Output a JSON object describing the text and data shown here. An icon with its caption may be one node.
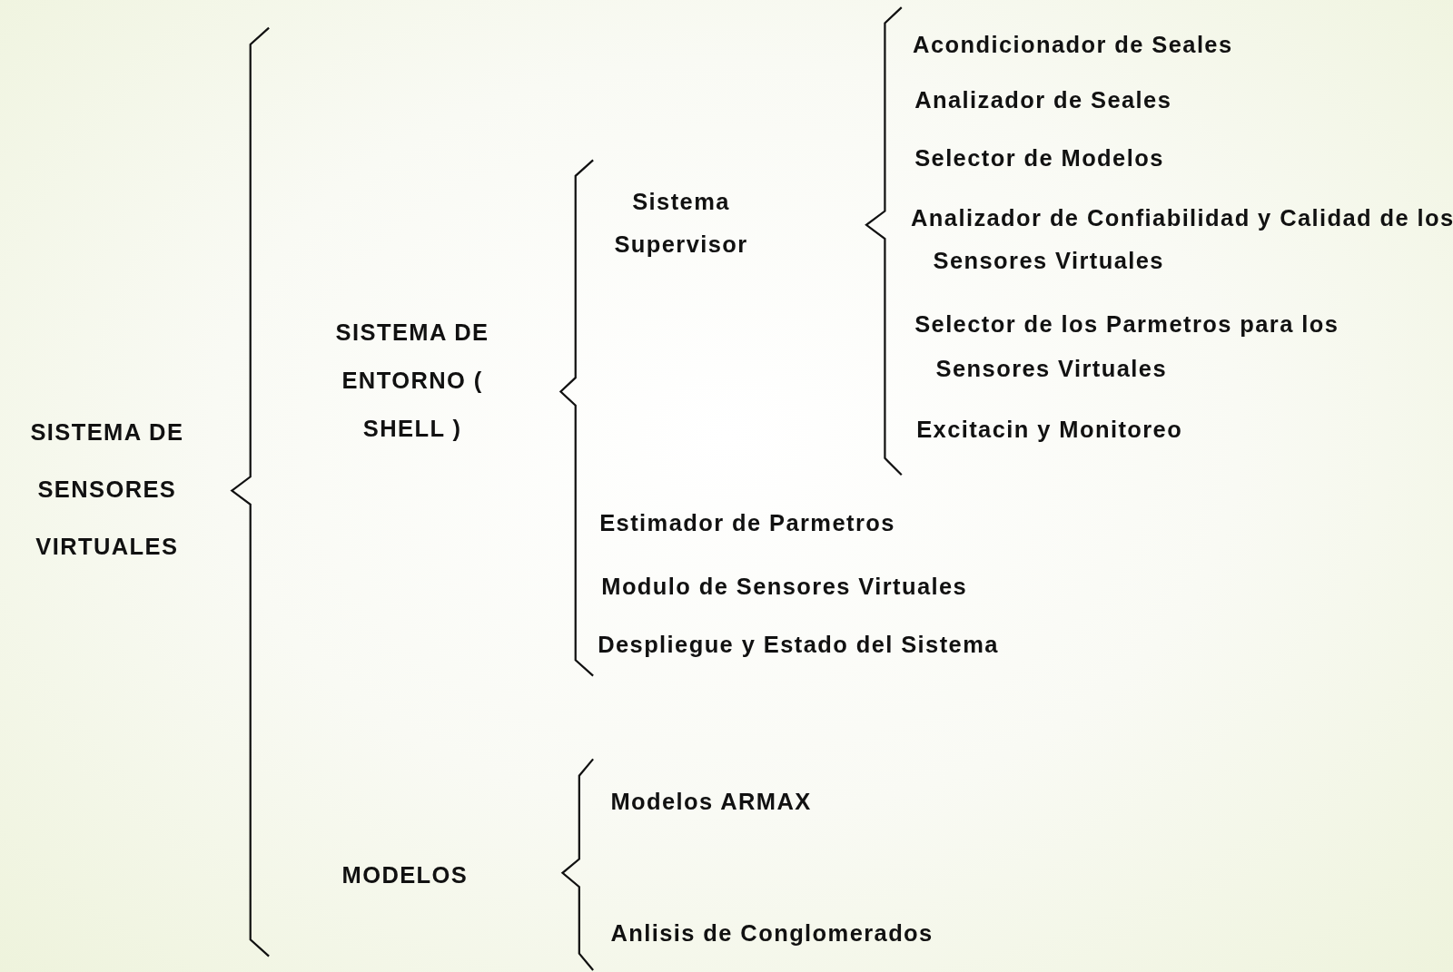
{
  "diagram": {
    "nodes": [
      {
        "text": [
          "SISTEMA DE SENSORES VIRTUALES"
        ]
      },
      {
        "text": [
          "SISTEMA DE ENTORNO ( SHELL )"
        ]
      },
      {
        "text": [
          "Sistema Supervisor"
        ]
      },
      {
        "text": [
          "Acondicionador de Seales"
        ]
      },
      {
        "text": [
          "Analizador de Seales"
        ]
      },
      {
        "text": [
          "Selector de Modelos"
        ]
      },
      {
        "text": [
          "Analizador de Confiabilidad y Calidad de los Sensores Virtuales"
        ]
      },
      {
        "text": [
          "Selector de los Parmetros para los Sensores Virtuales"
        ]
      },
      {
        "text": [
          "Excitacin y Monitoreo"
        ]
      },
      {
        "text": [
          "Estimador de Parmetros"
        ]
      },
      {
        "text": [
          "Modulo de Sensores Virtuales"
        ]
      },
      {
        "text": [
          "Despliegue y Estado del Sistema"
        ]
      },
      {
        "text": [
          "MODELOS"
        ]
      },
      {
        "text": [
          "Modelos ARMAX"
        ]
      },
      {
        "text": [
          "Anlisis de Conglomerados"
        ]
      }
    ],
    "edges": []
  }
}
